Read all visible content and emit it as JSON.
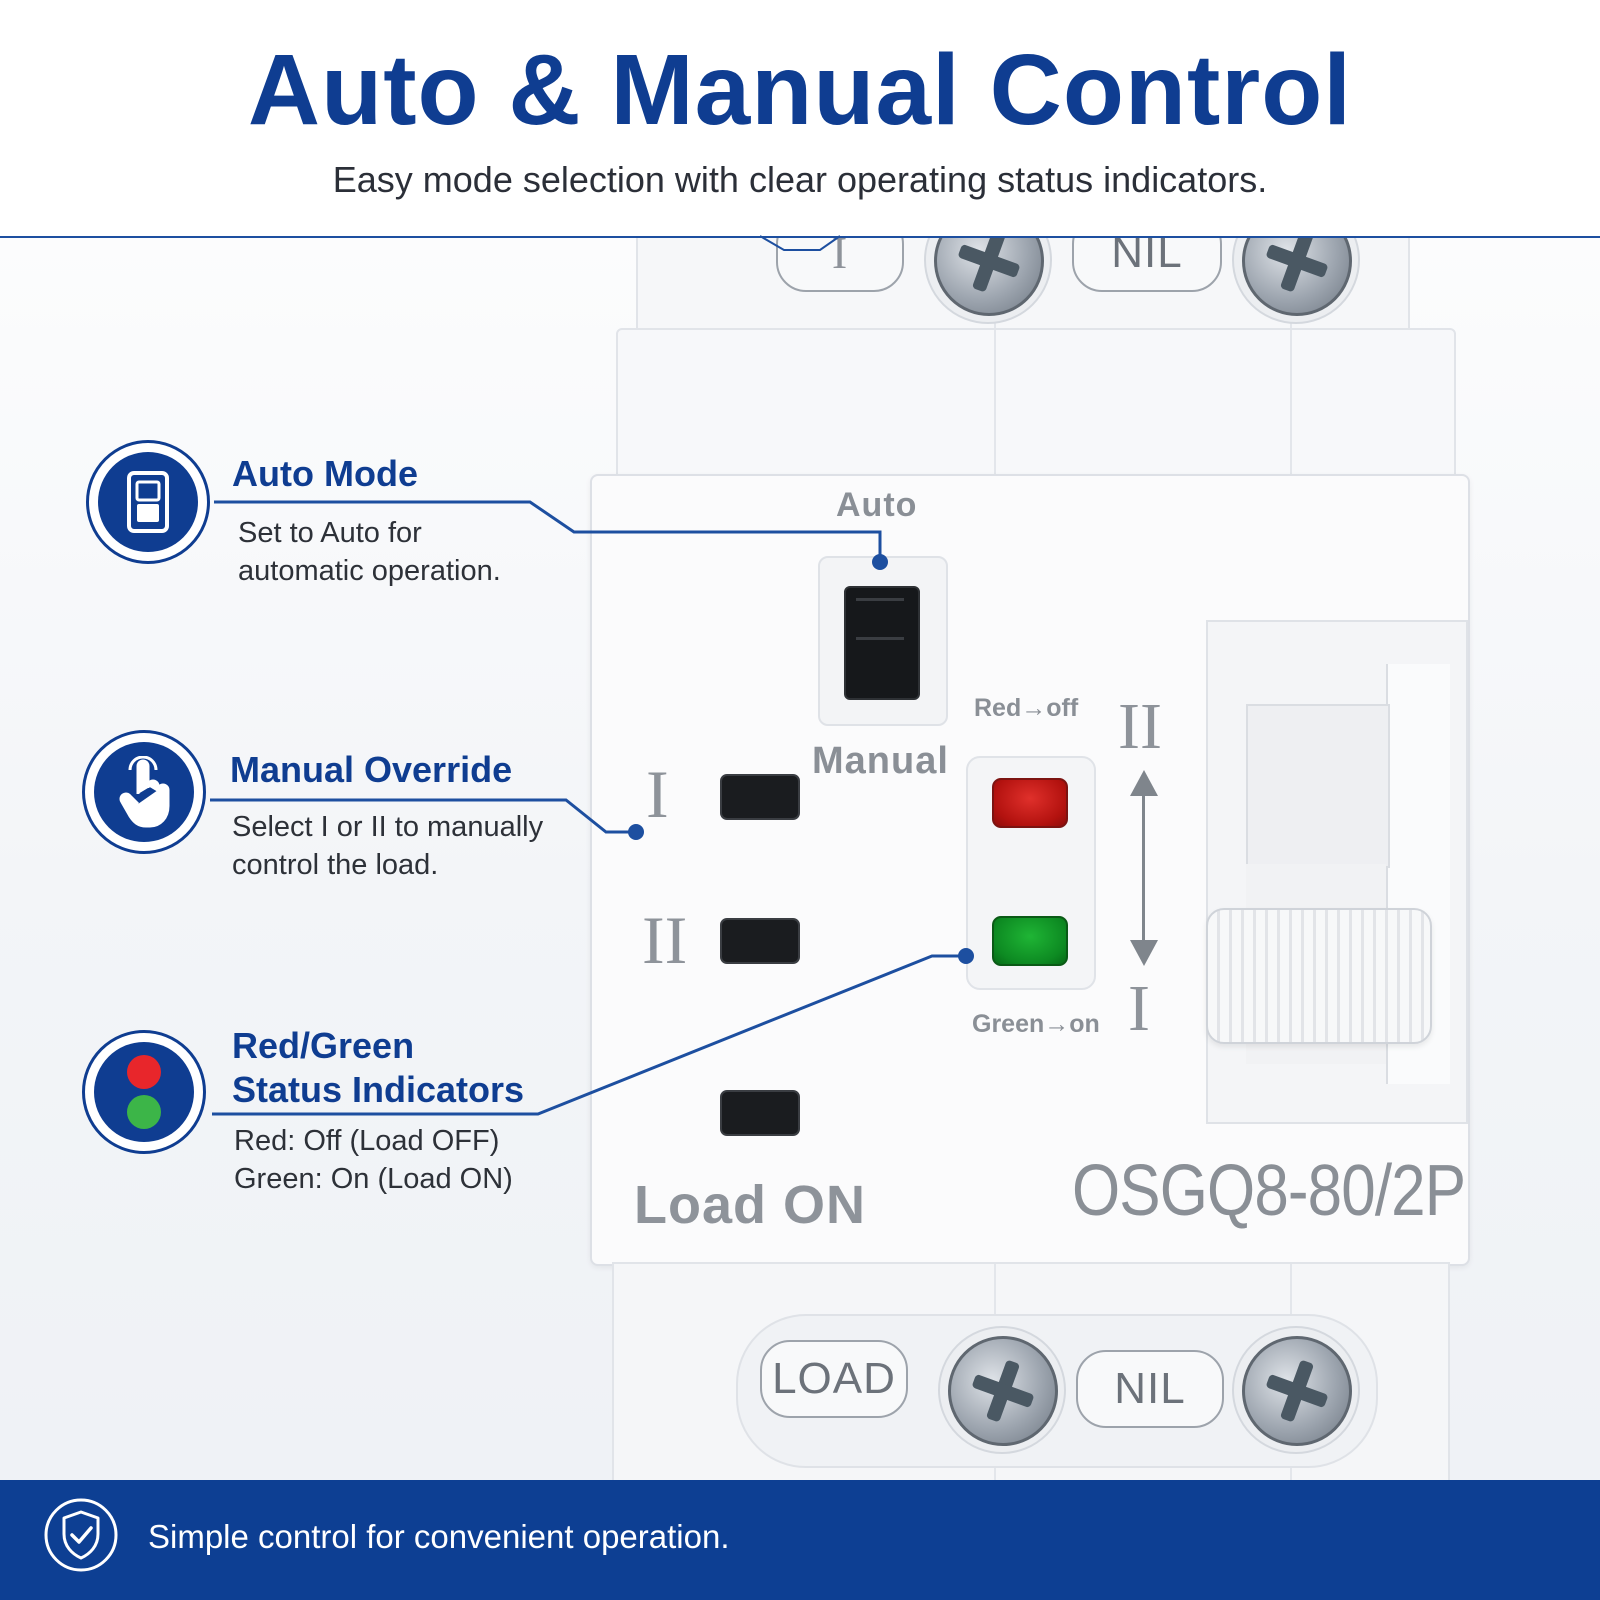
{
  "header": {
    "title": "Auto & Manual Control",
    "subtitle": "Easy mode selection with clear operating status indicators."
  },
  "device": {
    "top_terminals": {
      "left_label": "I",
      "right_label": "NIL"
    },
    "mode_switch": {
      "auto_label": "Auto",
      "manual_label": "Manual"
    },
    "manual_buttons": {
      "button_1_label": "I",
      "button_2_label": "II",
      "load_label": "Load ON"
    },
    "indicators": {
      "red_label": "Red→off",
      "green_label": "Green→on"
    },
    "handle": {
      "top_label": "II",
      "bottom_label": "I"
    },
    "model": "OSGQ8-80/2P",
    "bottom_terminals": {
      "left_label": "LOAD",
      "right_label": "NIL"
    },
    "colors": {
      "red_led": "#c3140f",
      "green_led": "#0f9127"
    }
  },
  "callouts": [
    {
      "id": "auto",
      "icon": "switch-icon",
      "title": "Auto Mode",
      "lines": [
        "Set to Auto for",
        "automatic operation."
      ]
    },
    {
      "id": "manual",
      "icon": "hand-pointer-icon",
      "title": "Manual Override",
      "lines": [
        "Select I or II to manually",
        "control the load."
      ]
    },
    {
      "id": "status",
      "icon": "traffic-light-icon",
      "title_lines": [
        "Red/Green",
        "Status Indicators"
      ],
      "lines": [
        "Red: Off (Load OFF)",
        "Green: On (Load ON)"
      ]
    }
  ],
  "footer": {
    "icon": "shield-check-icon",
    "text": "Simple control for convenient operation."
  },
  "colors": {
    "brand_blue": "#0f3d91",
    "footer_blue": "#0d3f93"
  }
}
